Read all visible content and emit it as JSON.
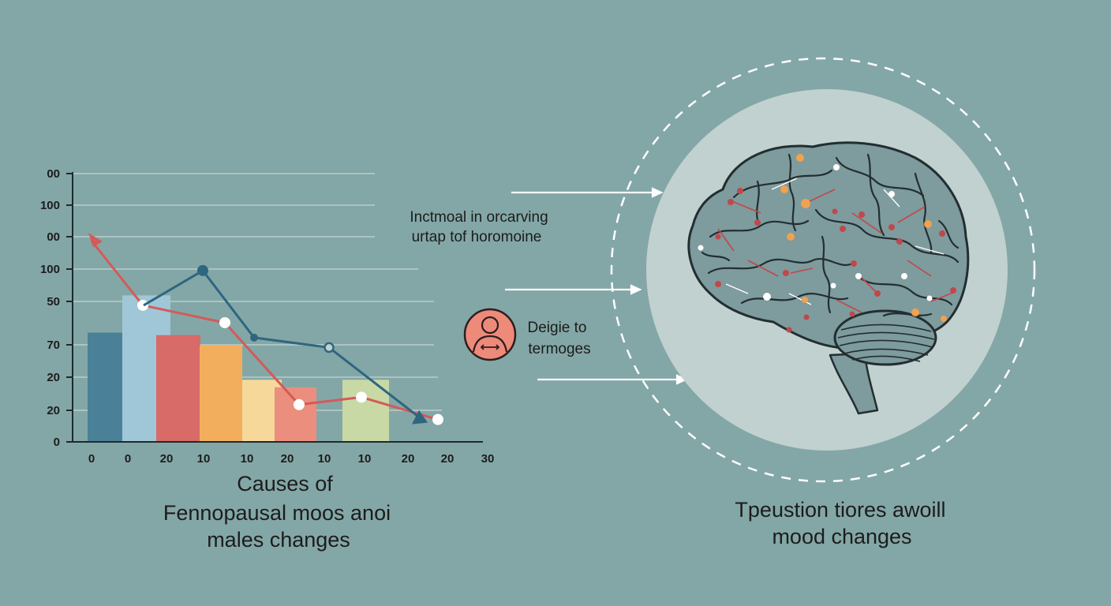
{
  "colors": {
    "background": "#83a7a6",
    "brain": "#7e9b9e",
    "brain_outline": "#222e30",
    "circle_fill": "#c1d1cf",
    "blue_line": "#2e6680",
    "red_line": "#d45a5a",
    "person_icon": "#ee8a7a"
  },
  "chart_data": {
    "type": "bar",
    "y_tick_labels": [
      "00",
      "100",
      "00",
      "100",
      "50",
      "70",
      "20",
      "20",
      "0"
    ],
    "x_tick_labels": [
      "0",
      "0",
      "20",
      "10",
      "10",
      "20",
      "10",
      "10",
      "20",
      "20",
      "30"
    ],
    "bars": [
      {
        "value": 44,
        "color": "#4a8199"
      },
      {
        "value": 59,
        "color": "#9fc7d7"
      },
      {
        "value": 43,
        "color": "#d86a67"
      },
      {
        "value": 39,
        "color": "#f2ae5c"
      },
      {
        "value": 25,
        "color": "#f7d89b"
      },
      {
        "value": 22,
        "color": "#eb8e7d"
      },
      {
        "value": 0,
        "color": "#83a7a6"
      },
      {
        "value": 25,
        "color": "#c9d9a6"
      }
    ],
    "series": [
      {
        "color": "#d45a5a",
        "values": [
          81,
          55,
          48,
          15,
          18,
          9
        ]
      },
      {
        "color": "#2e6680",
        "values": [
          55,
          69,
          42,
          38,
          9
        ]
      }
    ]
  },
  "chart_caption": {
    "line1": "Causes of",
    "line2": "Fennopausal moos anoi",
    "line3": "males changes"
  },
  "arrow_text_1": {
    "line1": "Inctmoal in orcarving",
    "line2": "urtap tof horomoine"
  },
  "person_text": {
    "line1": "Deigie to",
    "line2": "termoges"
  },
  "brain_caption": {
    "line1": "Tpeustion tiores awoill",
    "line2": "mood changes"
  }
}
